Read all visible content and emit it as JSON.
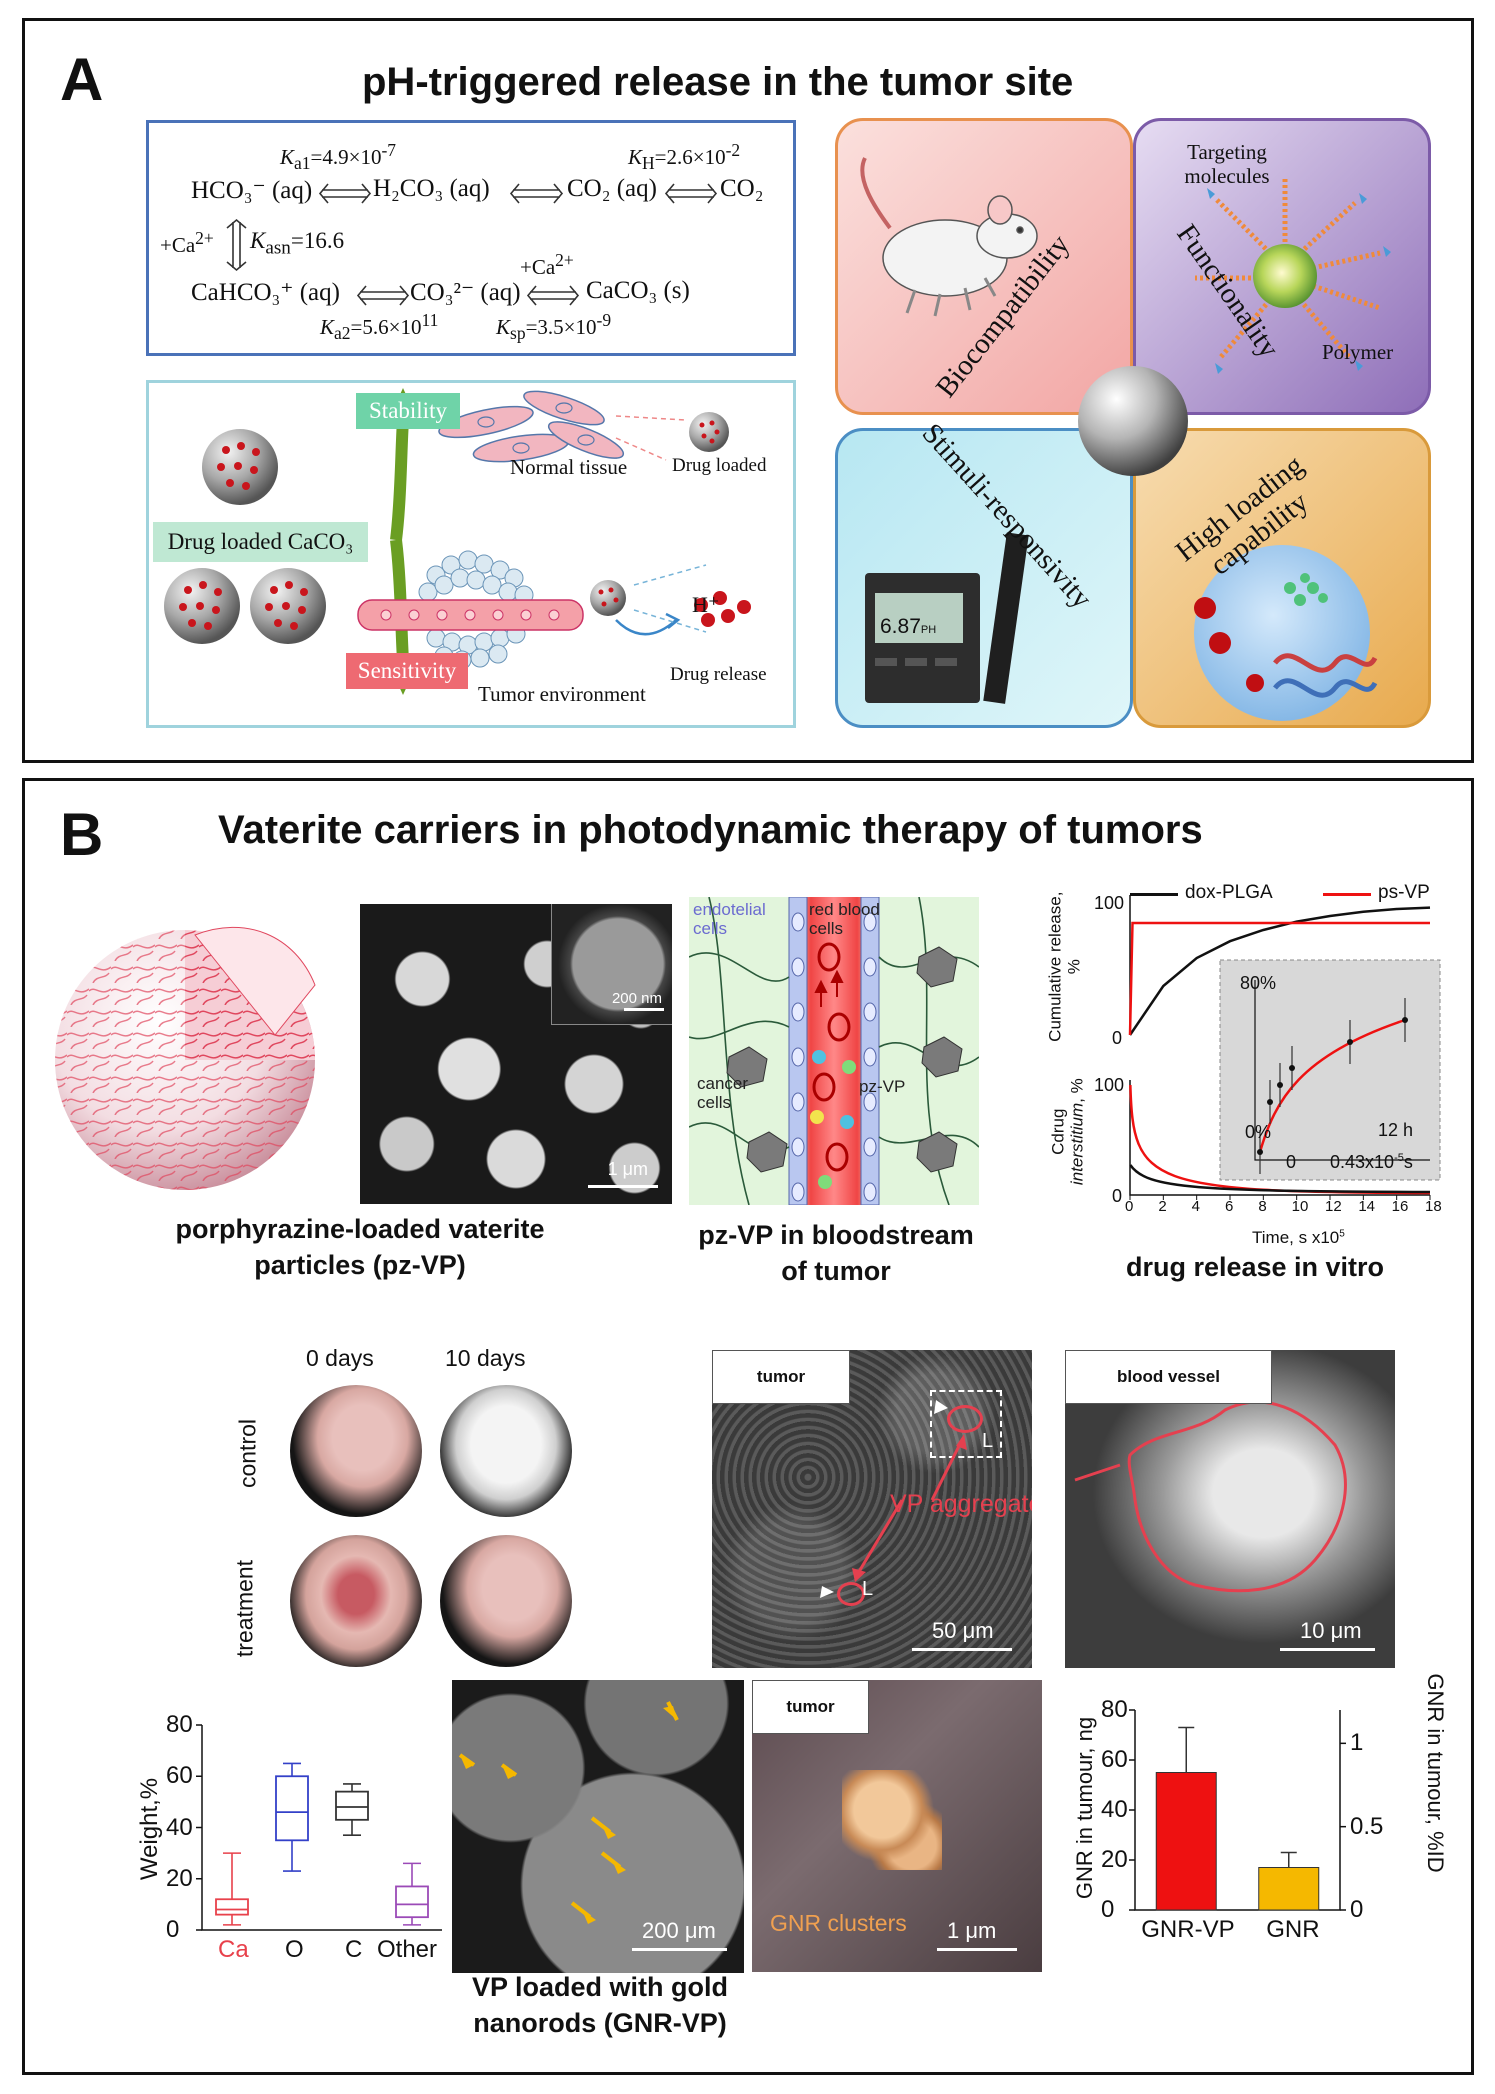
{
  "panel_a": {
    "letter": "A",
    "title": "pH-triggered release in the tumor site",
    "equilibria": {
      "ka1": "K",
      "ka1_sub": "a1",
      "ka1_val": "=4.9×10",
      "ka1_exp": "-7",
      "kh": "K",
      "kh_sub": "H",
      "kh_val": "=2.6×10",
      "kh_exp": "-2",
      "row1": [
        "HCO₃⁻ (aq)",
        "H₂CO₃ (aq)",
        "CO₂ (aq)",
        "CO₂"
      ],
      "ca_plus": "+Ca",
      "ca_sup": "2+",
      "kasn": "K",
      "kasn_sub": "asn",
      "kasn_val": "=16.6",
      "ca_plus2": "+Ca",
      "ca_sup2": "2+",
      "row2": [
        "CaHCO₃⁺ (aq)",
        "CO₃²⁻ (aq)",
        "CaCO₃ (s)"
      ],
      "ka2": "K",
      "ka2_sub": "a2",
      "ka2_val": "=5.6×10",
      "ka2_exp": "11",
      "ksp": "K",
      "ksp_sub": "sp",
      "ksp_val": "=3.5×10",
      "ksp_exp": "-9"
    },
    "scheme": {
      "stability": "Stability",
      "sensitivity": "Sensitivity",
      "drug_loaded": "Drug loaded CaCO₃",
      "normal_tissue": "Normal tissue",
      "drug_loaded_small": "Drug loaded",
      "h_plus": "H⁺",
      "drug_release": "Drug release",
      "tumor_env": "Tumor environment"
    },
    "quadrants": {
      "biocompat": "Biocompatibility",
      "functionality": "Functionality",
      "targeting": "Targeting molecules",
      "polymer": "Polymer",
      "stimuli": "Stimuli-responsivity",
      "ph_display": "6.87",
      "ph_unit": "PH",
      "high_loading": "High loading capability"
    },
    "colors": {
      "red_q": "#f3b3b1",
      "purple_q": "#a487c8",
      "blue_q": "#c5ecf3",
      "orange_q": "#f0c27e",
      "tag_green": "#6fd3a8",
      "tag_red": "#ee6a72",
      "arrow_green": "#6a9e23"
    }
  },
  "panel_b": {
    "letter": "B",
    "title": "Vaterite carriers in photodynamic therapy of tumors",
    "cap_pzvp": "porphyrazine-loaded vaterite particles (pz-VP)",
    "sem_scale": "1 μm",
    "inset_scale": "200 nm",
    "blood": {
      "endotelial": "endotelial cells",
      "rbc": "red blood cells",
      "cancer": "cancer cells",
      "pzvp": "pz-VP"
    },
    "cap_blood": "pz-VP in bloodstream of tumor",
    "release_chart": {
      "legend_dox": "dox-PLGA",
      "legend_ps": "ps-VP",
      "ylabel_top": "Cumulative release, %",
      "ylabel_bottom_a": "Cdrug",
      "ylabel_bottom_b": "interstitium",
      "ylabel_bottom_c": ", %",
      "y_top_max": "100",
      "y_bottom_max": "100",
      "y_zero": "0",
      "inset_y_top": "80%",
      "inset_y_zero": "0%",
      "inset_x_zero": "0",
      "inset_x_label": "12 h",
      "inset_x_s": "0.43x10",
      "inset_x_s_exp": "-5",
      "inset_x_s_unit": "s",
      "xlabel": "Time, s x10",
      "xlabel_exp": "5"
    },
    "chart_data": {
      "type": "line",
      "x": [
        0,
        2,
        4,
        6,
        8,
        10,
        12,
        14,
        16,
        18
      ],
      "series": [
        {
          "name": "dox-PLGA",
          "values": [
            0,
            35,
            55,
            67,
            75,
            81,
            85,
            88,
            90,
            91
          ]
        },
        {
          "name": "ps-VP",
          "values": [
            0,
            80,
            80,
            80,
            80,
            80,
            80,
            80,
            80,
            80
          ]
        }
      ],
      "xlabel": "Time, s x10^5",
      "ylabel": "Cumulative release, %",
      "ylim": [
        0,
        100
      ],
      "x_ticks": [
        "0",
        "2",
        "4",
        "6",
        "8",
        "10",
        "12",
        "14",
        "16",
        "18"
      ]
    },
    "cap_release": "drug release in vitro",
    "mouse": {
      "day0": "0 days",
      "day10": "10 days",
      "control": "control",
      "treatment": "treatment"
    },
    "tumor_sem": {
      "label": "tumor",
      "aggregates": "VP aggregates",
      "L": "L",
      "scale": "50 μm"
    },
    "vessel_sem": {
      "label": "blood vessel",
      "scale": "10 μm"
    },
    "boxplot": {
      "ylabel": "Weight,%",
      "y_ticks": [
        "0",
        "20",
        "40",
        "60",
        "80"
      ],
      "categories": [
        "Ca",
        "O",
        "C",
        "Other"
      ]
    },
    "gnr_sem": {
      "scale": "200 μm",
      "caption": "VP loaded with gold nanorods (GNR-VP)"
    },
    "gnr_tumor": {
      "label": "tumor",
      "clusters": "GNR clusters",
      "scale": "1 μm"
    },
    "bar_chart": {
      "ylabel_left": "GNR in tumour, ng",
      "ylabel_right": "GNR in tumour, %ID",
      "y_left_ticks": [
        "0",
        "20",
        "40",
        "60",
        "80"
      ],
      "y_right_ticks": [
        "0",
        "0.5",
        "1"
      ],
      "categories": [
        "GNR-VP",
        "GNR"
      ]
    },
    "chart_data_2": [
      {
        "type": "bar",
        "categories": [
          "GNR-VP",
          "GNR"
        ],
        "values": [
          55,
          17
        ],
        "errors": [
          18,
          6
        ],
        "ylabel": "GNR in tumour, ng",
        "ylim": [
          0,
          80
        ],
        "colors": [
          "#ee1111",
          "#f5b800"
        ]
      },
      {
        "type": "box",
        "categories": [
          "Ca",
          "O",
          "C",
          "Other"
        ],
        "medians": [
          8,
          46,
          48,
          10
        ],
        "q1": [
          6,
          35,
          43,
          5
        ],
        "q3": [
          12,
          60,
          54,
          17
        ],
        "min": [
          2,
          23,
          37,
          2
        ],
        "max": [
          30,
          65,
          57,
          26
        ],
        "ylabel": "Weight,%",
        "ylim": [
          0,
          80
        ],
        "colors": [
          "#e8414b",
          "#3340c8",
          "#333333",
          "#9b4ab7"
        ]
      }
    ]
  }
}
